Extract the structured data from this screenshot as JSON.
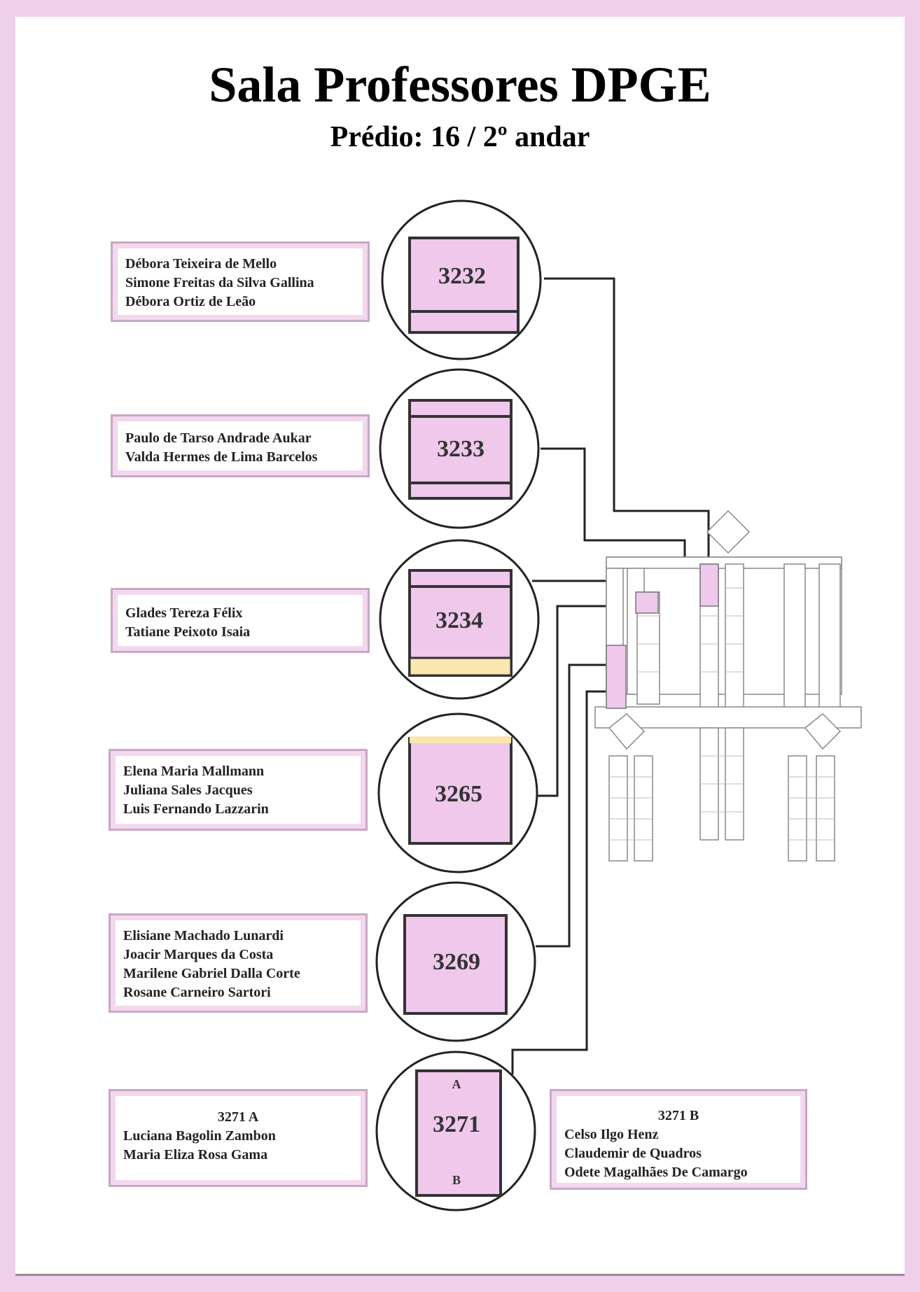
{
  "header": {
    "title": "Sala Professores DPGE",
    "subtitle": "Prédio: 16 / 2º andar"
  },
  "rooms": [
    {
      "number": "3232",
      "people": [
        "Débora Teixeira de Mello",
        "Simone Freitas da Silva Gallina",
        "Débora Ortiz de Leão"
      ]
    },
    {
      "number": "3233",
      "people": [
        "Paulo de Tarso Andrade Aukar",
        "Valda Hermes de Lima Barcelos"
      ]
    },
    {
      "number": "3234",
      "people": [
        "Glades Tereza Félix",
        "Tatiane Peixoto Isaia"
      ]
    },
    {
      "number": "3265",
      "people": [
        "Elena Maria Mallmann",
        "Juliana Sales Jacques",
        "Luis Fernando Lazzarin"
      ]
    },
    {
      "number": "3269",
      "people": [
        "Elisiane Machado Lunardi",
        "Joacir Marques da Costa",
        "Marilene Gabriel Dalla Corte",
        "Rosane Carneiro Sartori"
      ]
    },
    {
      "number": "3271",
      "label_a": "A",
      "label_b": "B",
      "a": {
        "heading": "3271 A",
        "people": [
          "Luciana Bagolin Zambon",
          "Maria Eliza Rosa Gama"
        ]
      },
      "b": {
        "heading": "3271 B",
        "people": [
          "Celso Ilgo Henz",
          "Claudemir de Quadros",
          "Odete Magalhães De Camargo"
        ]
      }
    }
  ],
  "colors": {
    "frame": "#efcfe9",
    "room_fill": "#efc8ec",
    "highlight": "#fbe6b0"
  }
}
